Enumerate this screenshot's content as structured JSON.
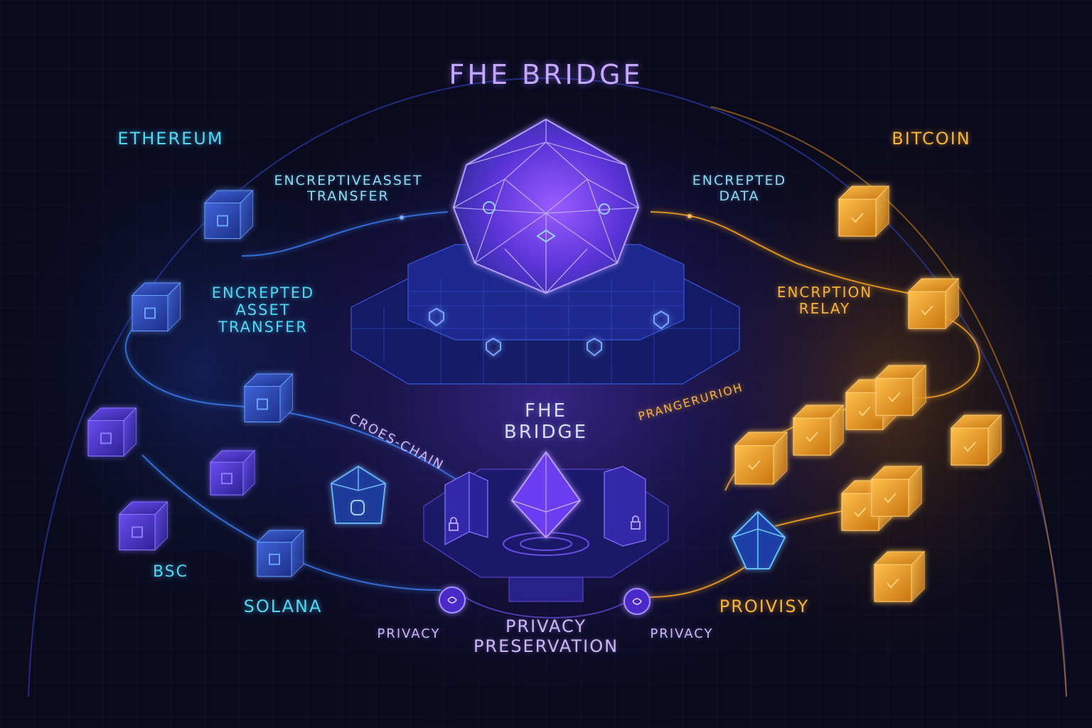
{
  "title": "FHE BRIDGE",
  "center_label": [
    "FHE",
    "BRIDGE"
  ],
  "chains": {
    "left_top": "ETHEREUM",
    "right_top": "BITCOIN",
    "left_mid": "BSC",
    "left_bottom": "SOLANA",
    "right_bottom": "PROIVISY"
  },
  "flows": {
    "eth_transfer": [
      "ENCREPTIVEASSET",
      "TRANSFER"
    ],
    "encrypted_data": [
      "ENCREPTED",
      "DATA"
    ],
    "asset_transfer": [
      "ENCREPTED",
      "ASSET",
      "TRANSFER"
    ],
    "relay": [
      "ENCRPTION",
      "RELAY"
    ],
    "cross_chain": "CROES-CHAIN",
    "right_arc": "PRANGERURIOH"
  },
  "privacy": {
    "left": "PRIVACY",
    "right": "PRIVACY",
    "center": [
      "PRIVACY",
      "PRESERVATION"
    ]
  },
  "colors": {
    "background": "#0a0a1c",
    "blue_chain": "#4a7bff",
    "violet_core": "#7c4dff",
    "gold_chain": "#f0a020",
    "cyan_text": "#4fd8f0"
  },
  "icons": [
    "blockchain-cube-icon",
    "fhe-icosahedron-icon",
    "ethereum-diamond-icon",
    "lock-icon",
    "shield-icon",
    "check-icon",
    "privacy-orb-icon"
  ]
}
